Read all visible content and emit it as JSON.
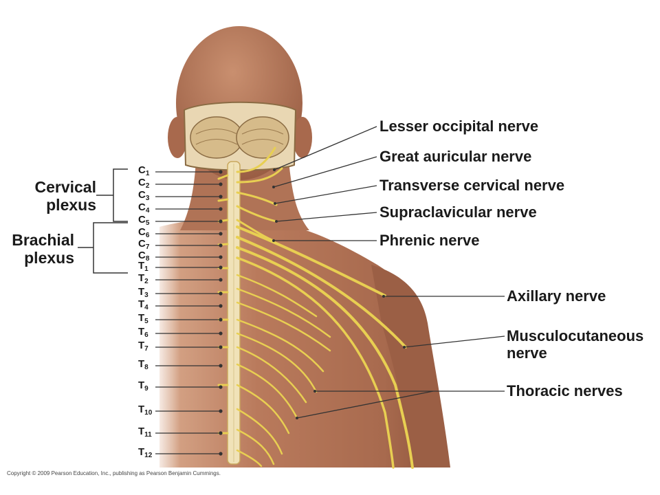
{
  "groups": {
    "cervical_1": "Cervical",
    "cervical_2": "plexus",
    "brachial_1": "Brachial",
    "brachial_2": "plexus"
  },
  "nerves": {
    "lesser_occipital": "Lesser occipital nerve",
    "great_auricular": "Great auricular nerve",
    "transverse_cervical": "Transverse cervical nerve",
    "supraclavicular": "Supraclavicular nerve",
    "phrenic": "Phrenic nerve",
    "axillary": "Axillary nerve",
    "musculocutaneous_1": "Musculocutaneous",
    "musculocutaneous_2": "nerve",
    "thoracic": "Thoracic nerves"
  },
  "segments": [
    {
      "l": "C",
      "n": "1"
    },
    {
      "l": "C",
      "n": "2"
    },
    {
      "l": "C",
      "n": "3"
    },
    {
      "l": "C",
      "n": "4"
    },
    {
      "l": "C",
      "n": "5"
    },
    {
      "l": "C",
      "n": "6"
    },
    {
      "l": "C",
      "n": "7"
    },
    {
      "l": "C",
      "n": "8"
    },
    {
      "l": "T",
      "n": "1"
    },
    {
      "l": "T",
      "n": "2"
    },
    {
      "l": "T",
      "n": "3"
    },
    {
      "l": "T",
      "n": "4"
    },
    {
      "l": "T",
      "n": "5"
    },
    {
      "l": "T",
      "n": "6"
    },
    {
      "l": "T",
      "n": "7"
    },
    {
      "l": "T",
      "n": "8"
    },
    {
      "l": "T",
      "n": "9"
    },
    {
      "l": "T",
      "n": "10"
    },
    {
      "l": "T",
      "n": "11"
    },
    {
      "l": "T",
      "n": "12"
    }
  ],
  "copyright": "Copyright © 2009 Pearson Education, Inc., publishing as Pearson Benjamin Cummings.",
  "colors": {
    "skin": "#b5765a",
    "skin_light": "#d4a184",
    "nerve": "#e8cf52",
    "line": "#333333",
    "text": "#1a1a1a"
  }
}
